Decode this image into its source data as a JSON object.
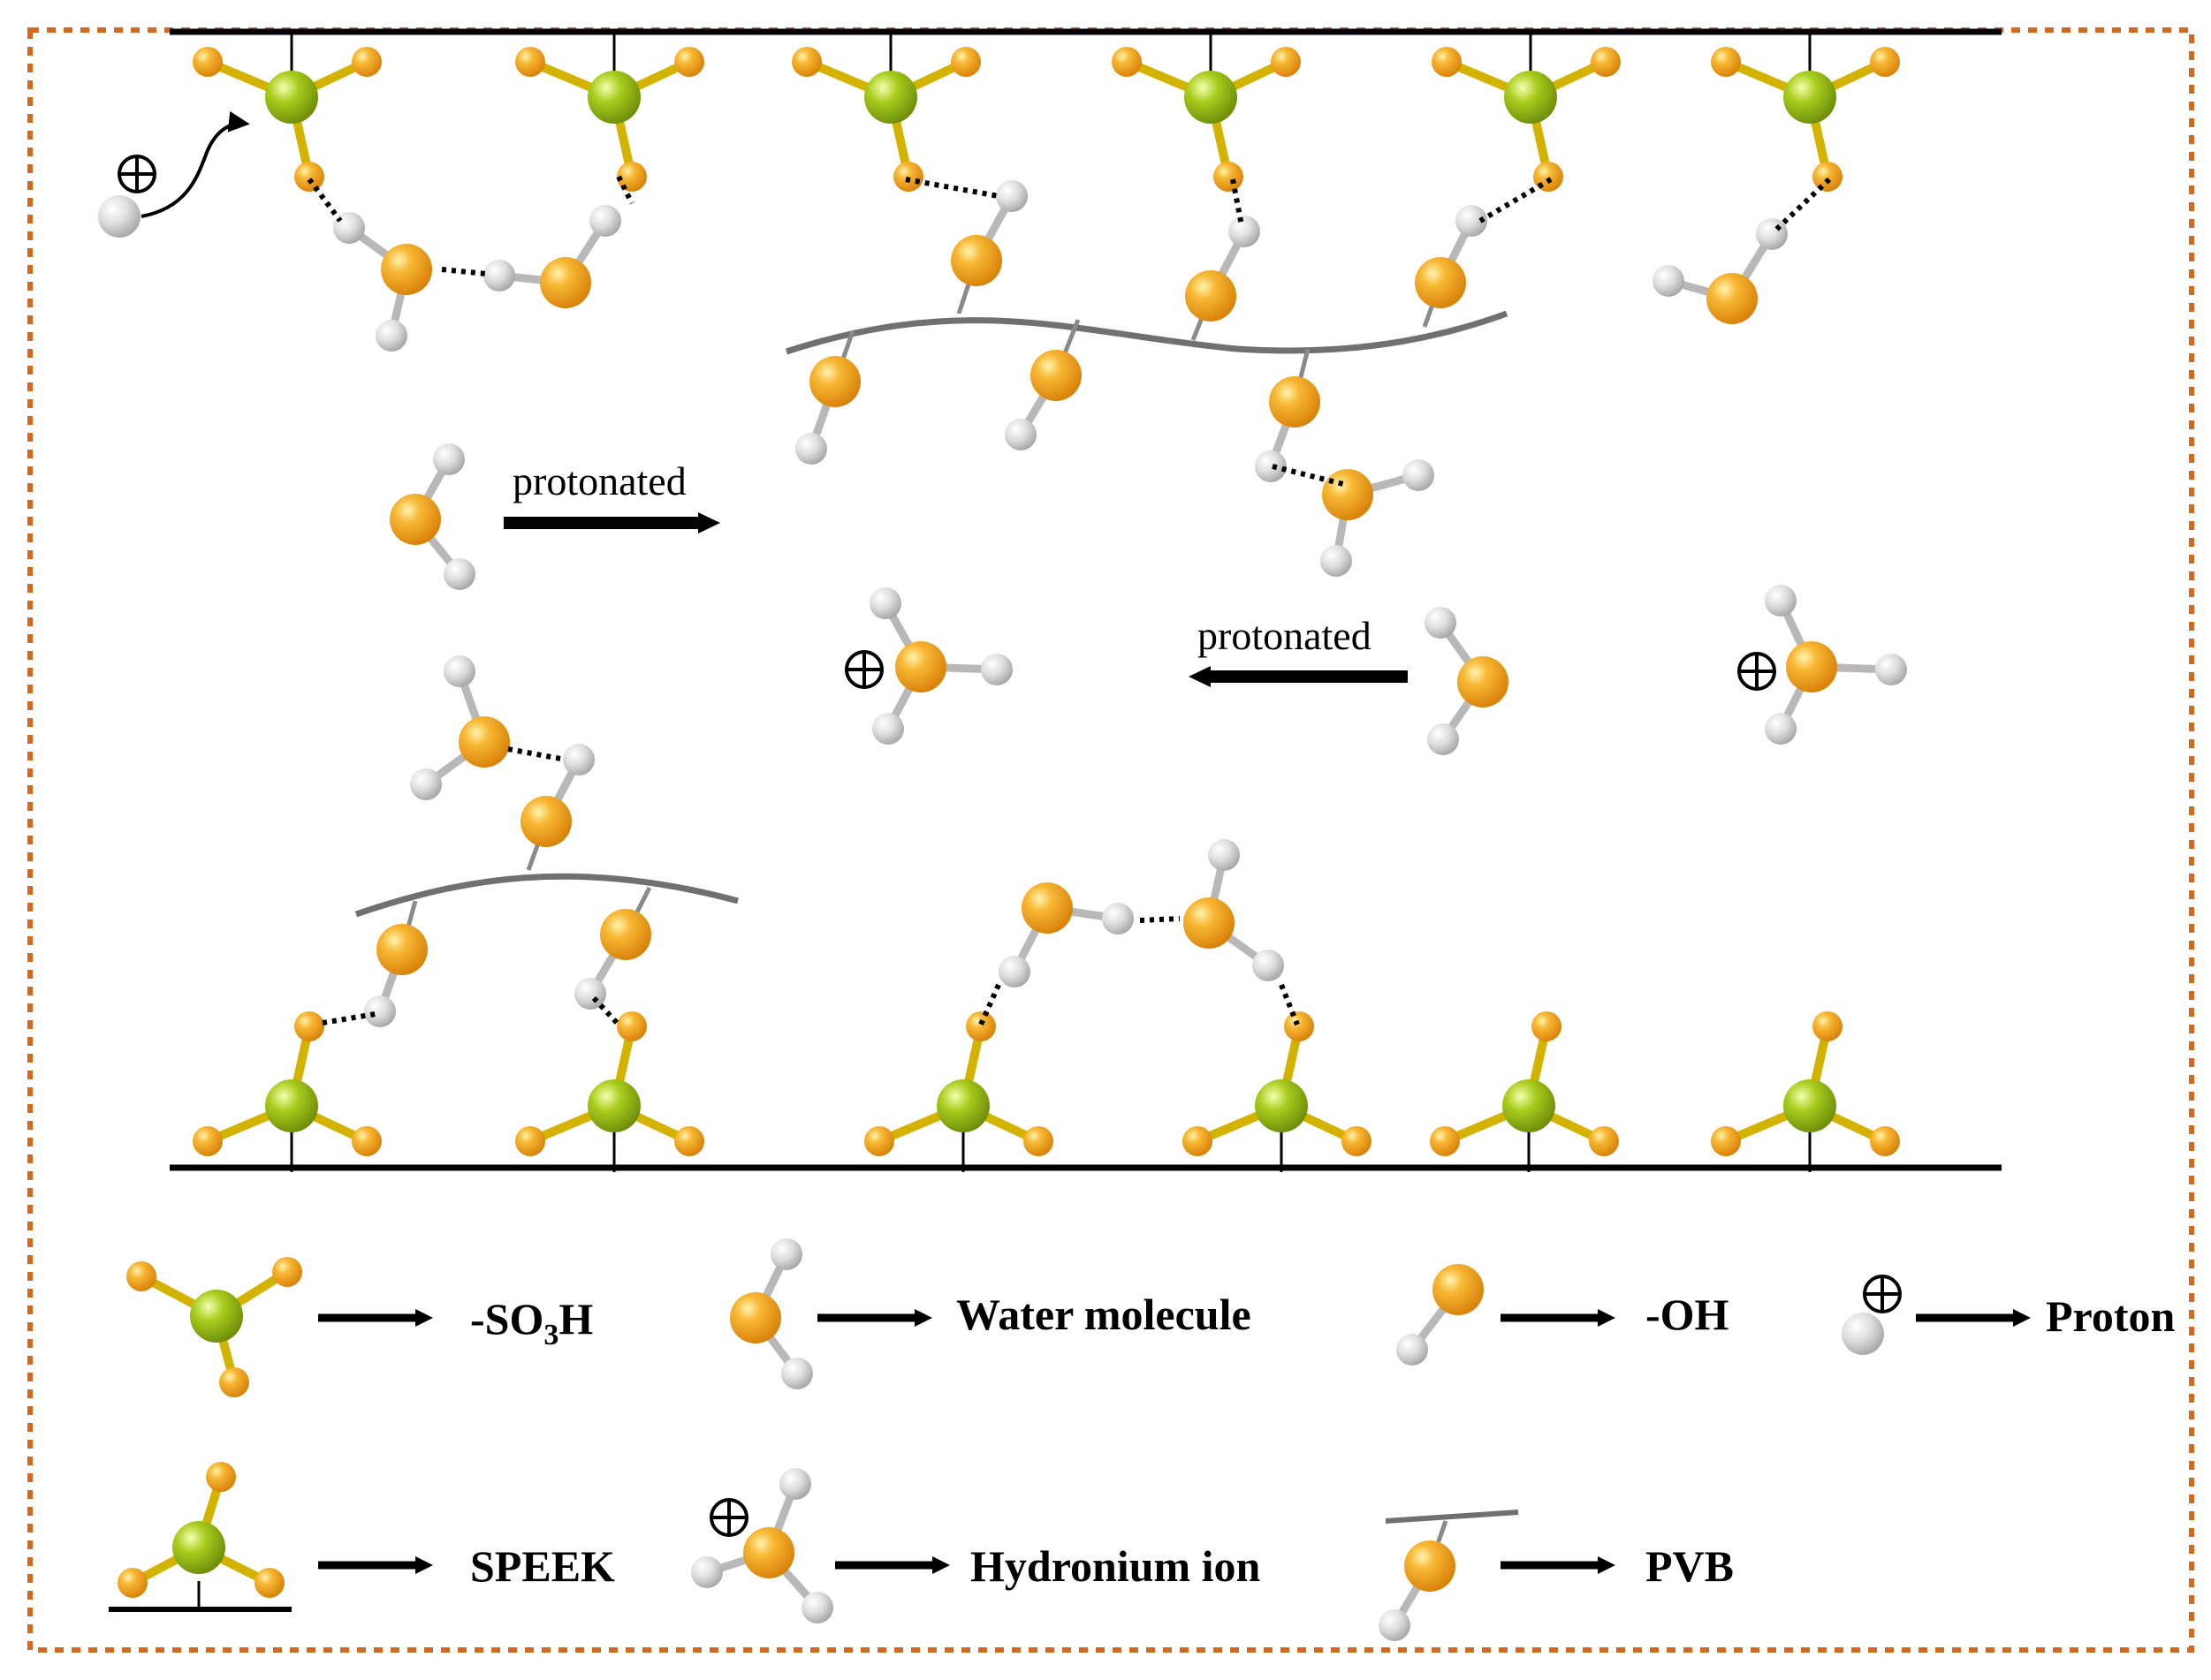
{
  "annotations": {
    "protonated_top": "protonated",
    "protonated_mid": "protonated"
  },
  "legend": {
    "so3h": {
      "prefix": "-SO",
      "sub": "3",
      "suffix": "H"
    },
    "water": "Water molecule",
    "oh": "-OH",
    "proton": "Proton",
    "speek": "SPEEK",
    "hydronium": "Hydronium ion",
    "pvb": "PVB"
  },
  "colors": {
    "frame": "#d2691e",
    "sulfur": "#9acd32",
    "oxygen": "#f5a623",
    "hydrogen": "#d9d9d9",
    "pvb_chain": "#707070",
    "membrane": "#000000"
  },
  "icons": [
    "proton-charge-icon",
    "arrow-right-icon",
    "arrow-left-icon"
  ]
}
